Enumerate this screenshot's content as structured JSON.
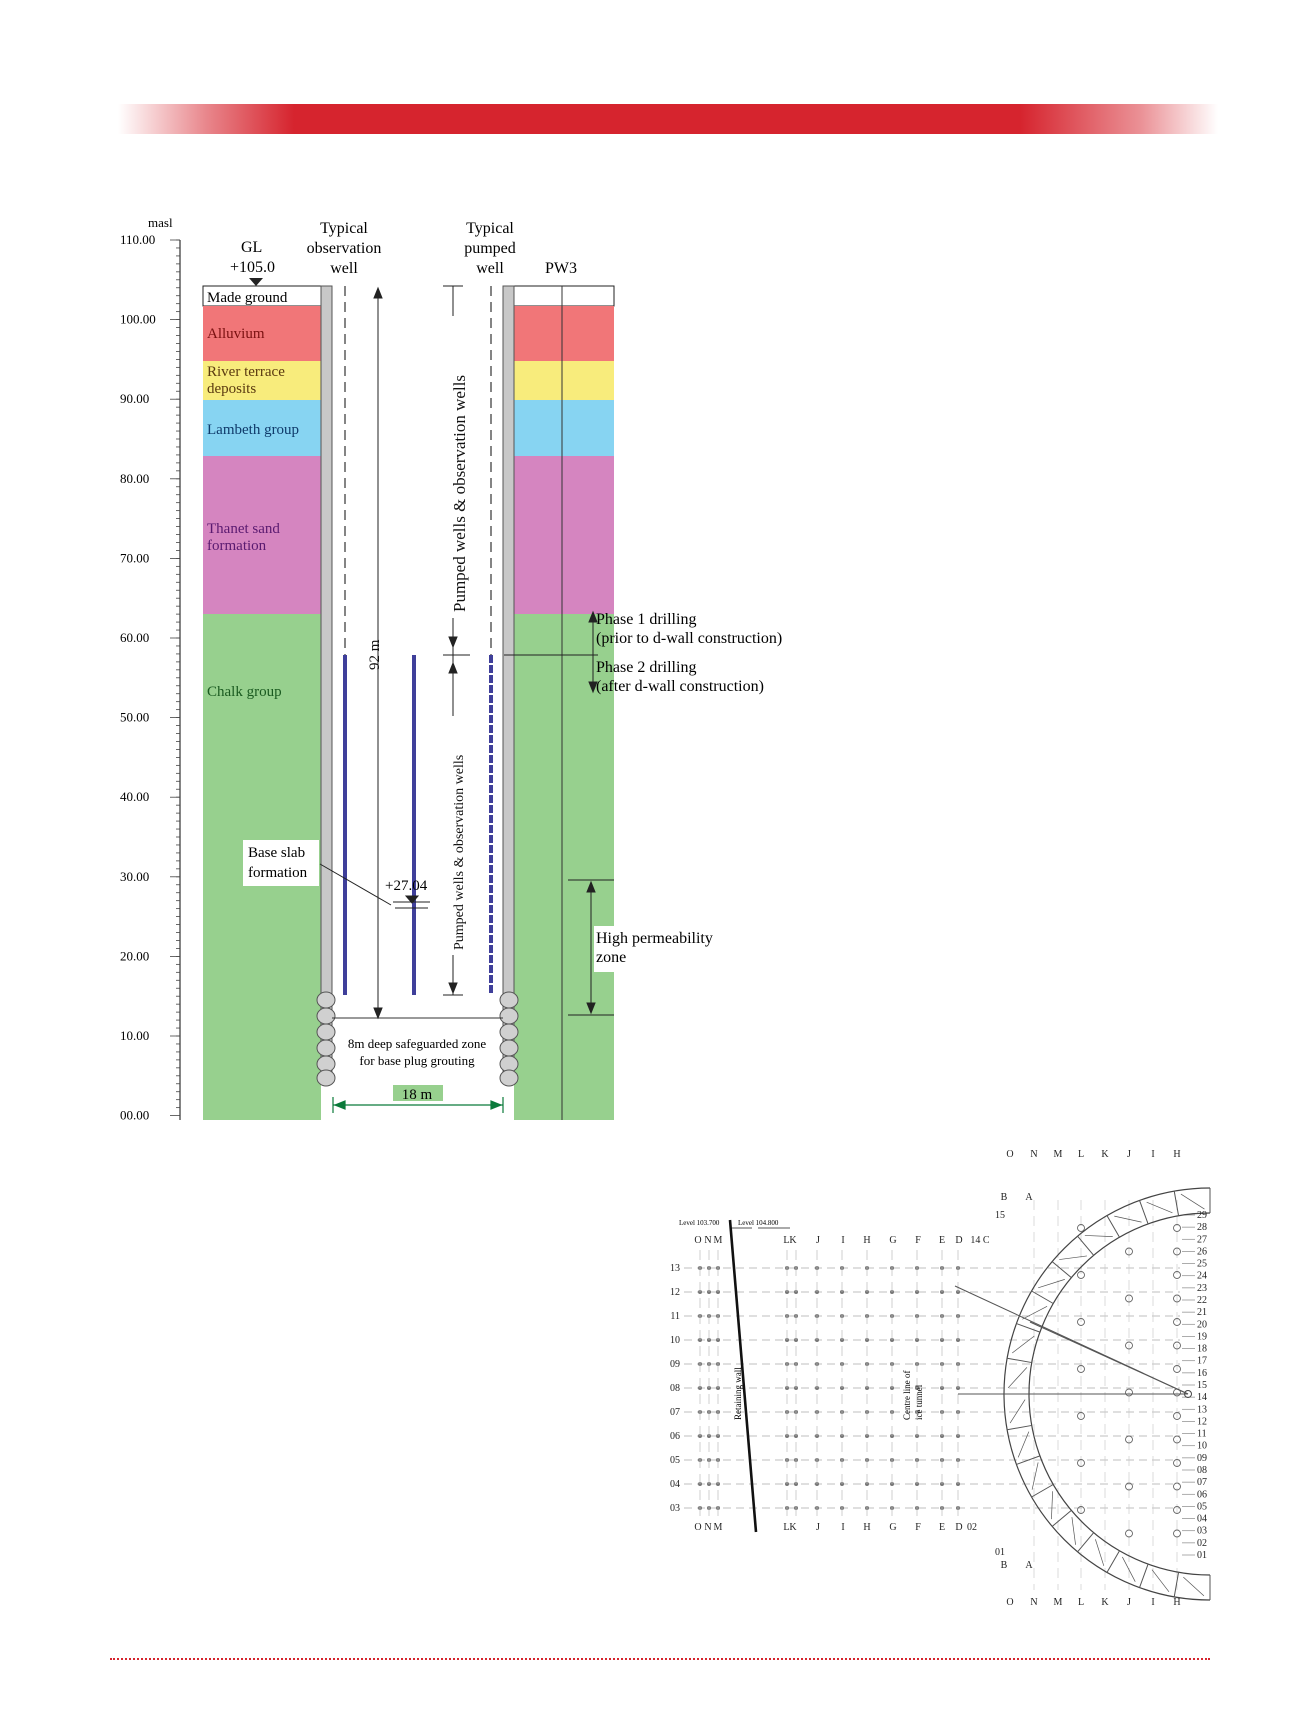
{
  "section": {
    "axis_title": "masl",
    "ticks": [
      "110.00",
      "100.00",
      "90.00",
      "80.00",
      "70.00",
      "60.00",
      "50.00",
      "40.00",
      "30.00",
      "20.00",
      "10.00",
      "00.00"
    ],
    "gl_label_1": "GL",
    "gl_label_2": "+105.0",
    "obs_header": [
      "Typical",
      "observation",
      "well"
    ],
    "pumped_header": [
      "Typical",
      "pumped",
      "well"
    ],
    "pw3_label": "PW3",
    "layers": [
      {
        "name": "Made ground",
        "color": "#ffffff",
        "text_color": "#111111"
      },
      {
        "name": "Alluvium",
        "color": "#f17678",
        "text_color": "#7a1010"
      },
      {
        "name": "River terrace deposits",
        "lines": [
          "River terrace",
          "deposits"
        ],
        "color": "#f8ec7c",
        "text_color": "#5a3a10"
      },
      {
        "name": "Lambeth group",
        "color": "#87d4f2",
        "text_color": "#0f3a6a"
      },
      {
        "name": "Thanet sand formation",
        "lines": [
          "Thanet sand",
          "formation"
        ],
        "color": "#d585c0",
        "text_color": "#5a1a70"
      },
      {
        "name": "Chalk group",
        "color": "#97d08e",
        "text_color": "#1a5a20"
      }
    ],
    "label_92m": "92 m",
    "label_pumped_upper": "Pumped wells & observation wells",
    "label_pumped_lower": "Pumped wells & observation wells",
    "phase1": [
      "Phase 1 drilling",
      "(prior to d-wall construction)"
    ],
    "phase2": [
      "Phase 2 drilling",
      "(after d-wall construction)"
    ],
    "base_slab": [
      "Base slab",
      "formation"
    ],
    "level_label": "+27.04",
    "high_perm": [
      "High permeability",
      "zone"
    ],
    "safeguard": [
      "8m deep safeguarded zone",
      "for base plug grouting"
    ],
    "width_label": "18 m"
  },
  "plan": {
    "top_letters": [
      "O",
      "N",
      "M",
      "L",
      "K",
      "J",
      "I",
      "H"
    ],
    "ba_top": [
      "B",
      "A"
    ],
    "ba_bottom": [
      "B",
      "A"
    ],
    "level_left": "Level 103.700",
    "level_right": "Level 104.800",
    "col_letters": [
      "O",
      "N",
      "M",
      "LK",
      "J",
      "I",
      "H",
      "G",
      "F",
      "E",
      "D"
    ],
    "label_14c": "14 C",
    "label_15": "15",
    "label_01": "01",
    "label_02": "02",
    "row_labels": [
      "13",
      "12",
      "11",
      "10",
      "09",
      "08",
      "07",
      "06",
      "05",
      "04",
      "03"
    ],
    "right_numbers": [
      "29",
      "28",
      "27",
      "26",
      "25",
      "24",
      "23",
      "22",
      "21",
      "20",
      "19",
      "18",
      "17",
      "16",
      "15",
      "14",
      "13",
      "12",
      "11",
      "10",
      "09",
      "08",
      "07",
      "06",
      "05",
      "04",
      "03",
      "02",
      "01"
    ],
    "retaining_wall": "Retaining wall",
    "centre_line_1": "Centre line of",
    "centre_line_2": "ice tunnel"
  }
}
